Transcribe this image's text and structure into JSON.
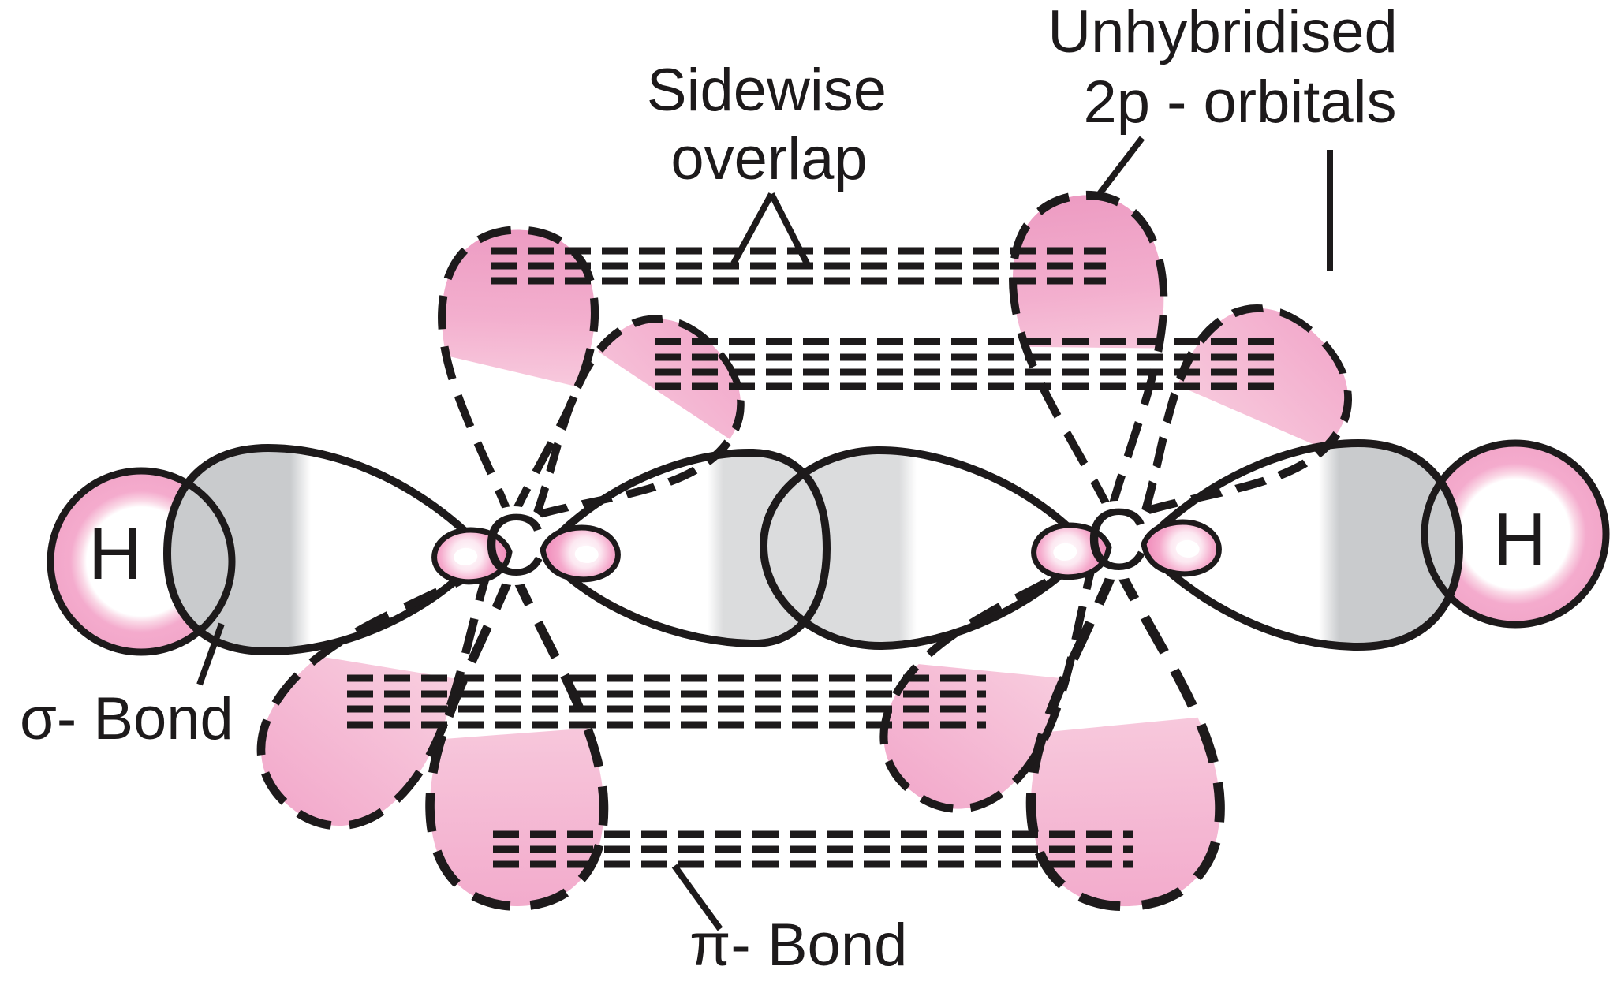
{
  "figure": {
    "labels": {
      "sidewise_line1": "Sidewise",
      "sidewise_line2": "overlap",
      "unhybridised_line1": "Unhybridised",
      "unhybridised_line2": "2p - orbitals",
      "sigma_bond": "σ- Bond",
      "pi_bond": "π- Bond"
    },
    "atoms": {
      "left_hydrogen": "H",
      "left_carbon": "C",
      "right_carbon": "C",
      "right_hydrogen": "H"
    },
    "colors": {
      "orbital_pink_dark": "#EC99C1",
      "orbital_pink_light": "#F8CCDE",
      "hydrogen_ring_pink": "#F2A6C9",
      "sigma_overlap_gray_outer": "#C9CBCD",
      "sigma_overlap_gray_center": "#DBDCDD",
      "outline_black": "#1D1A1B"
    }
  }
}
